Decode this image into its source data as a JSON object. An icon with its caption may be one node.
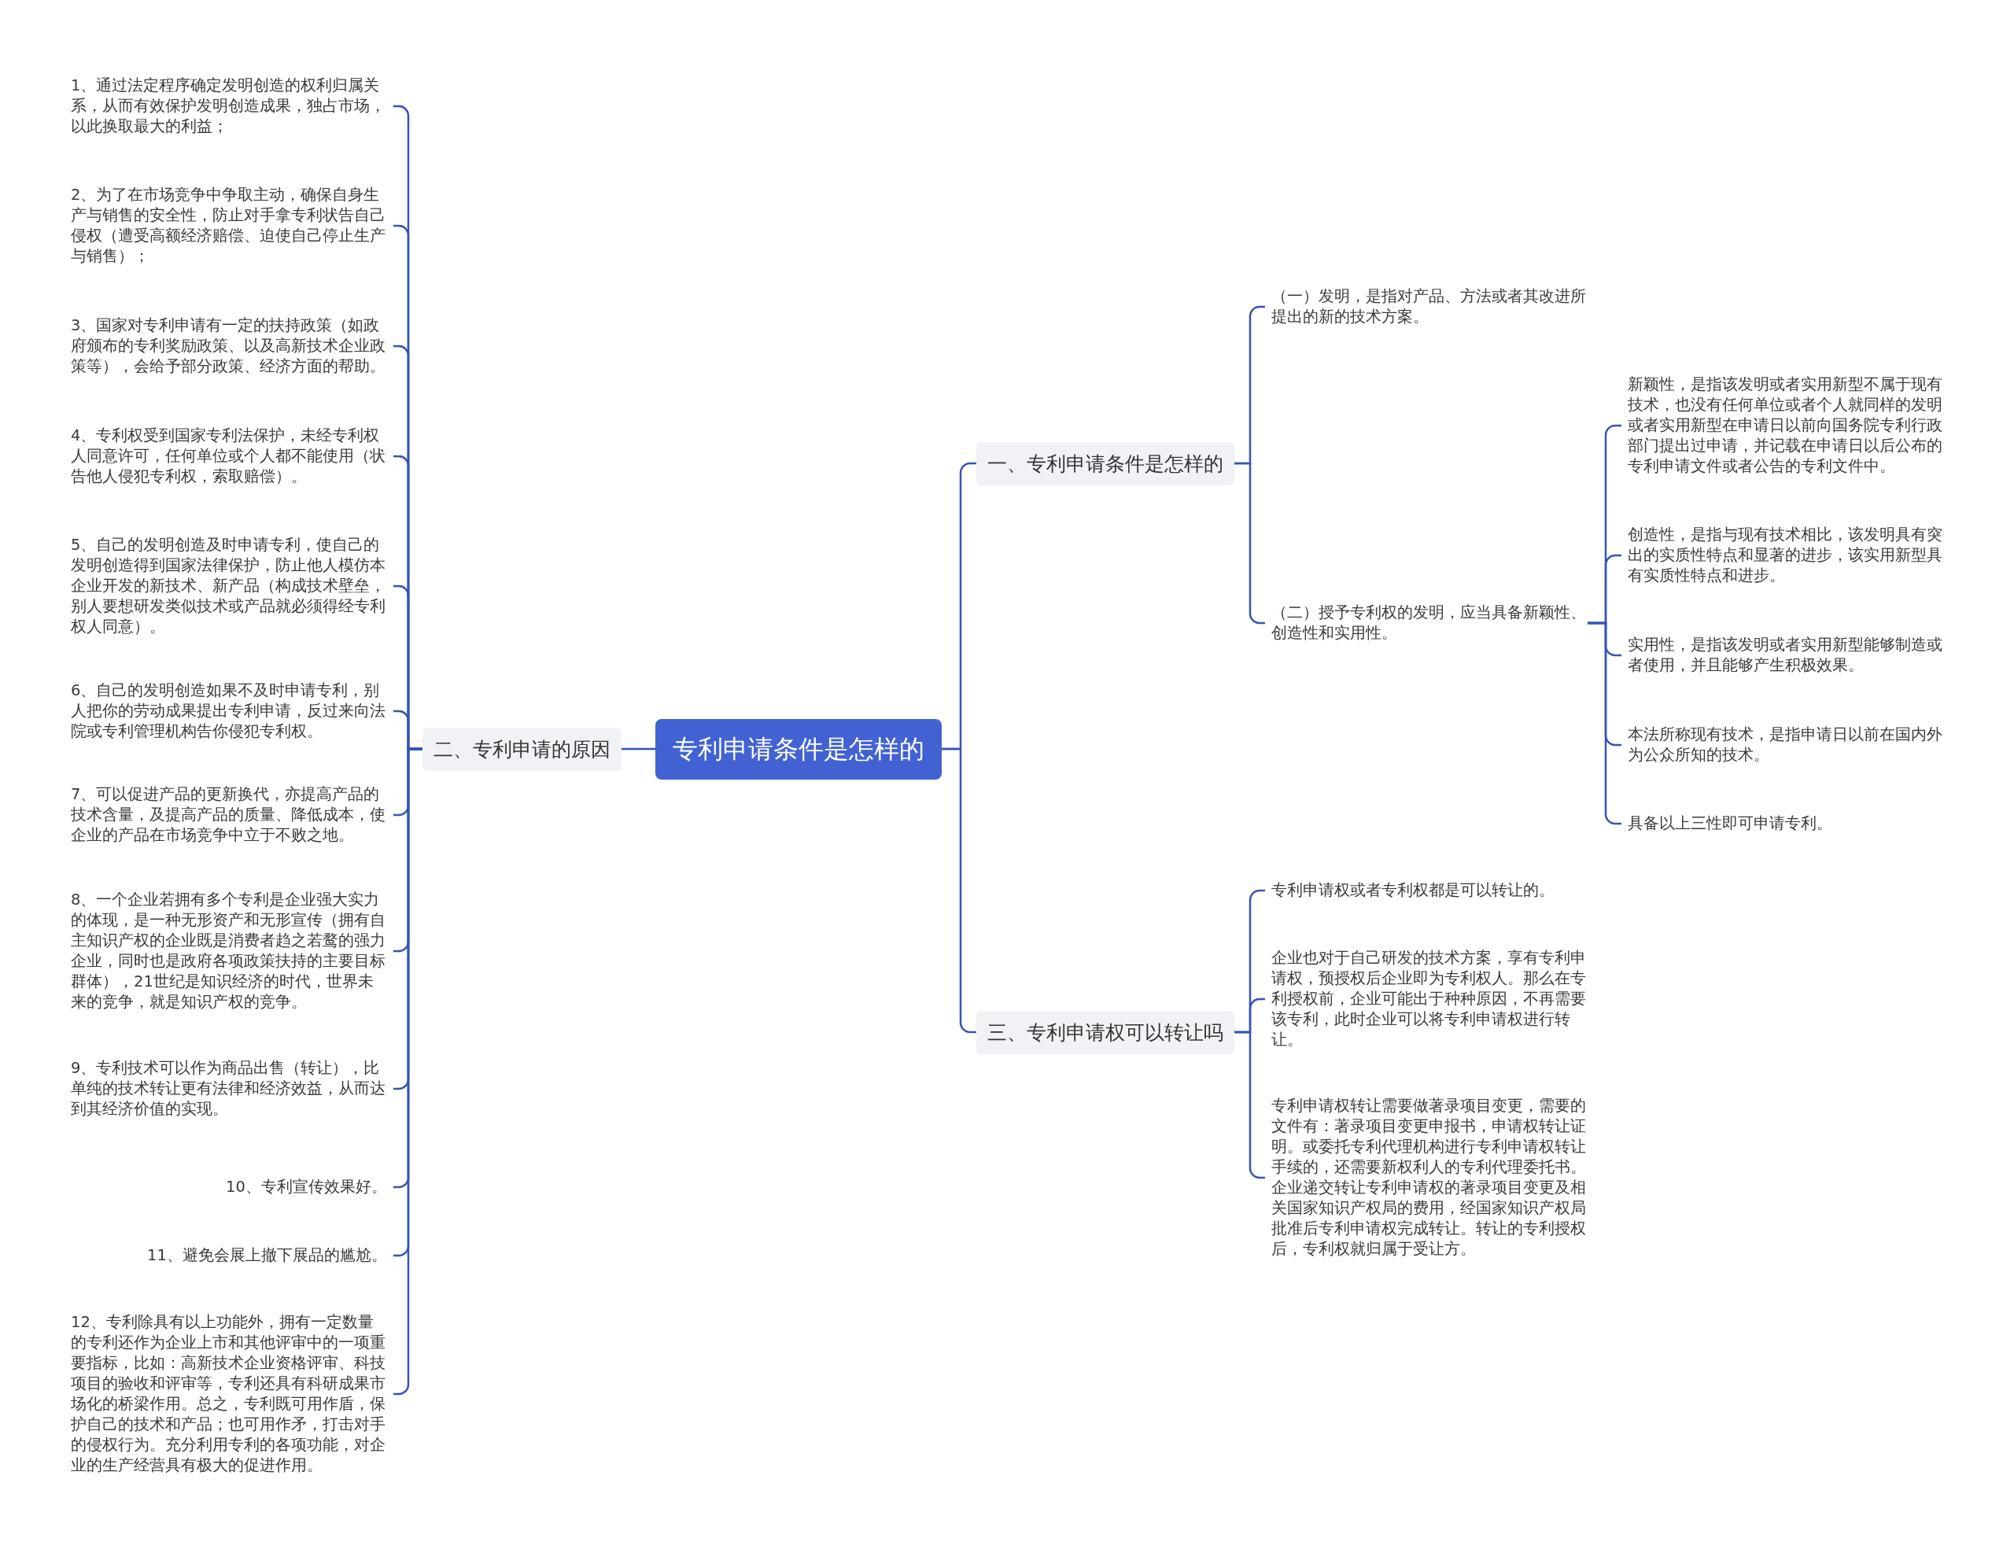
{
  "diagram": {
    "nodes": [
      {
        "text": [
          "专利申请条件是怎样的"
        ]
      },
      {
        "text": [
          "一、专利申请条件是怎样的"
        ]
      },
      {
        "text": [
          "（一）发明，是指对产品、方法或者其改进所提出的新的技术方案。"
        ]
      },
      {
        "text": [
          "（二）授予专利权的发明，应当具备新颖性、创造性和实用性。"
        ]
      },
      {
        "text": [
          "新颖性，是指该发明或者实用新型不属于现有技术，也没有任何单位或者个人就同样的发明或者实用新型在申请日以前向国务院专利行政部门提出过申请，并记载在申请日以后公布的专利申请文件或者公告的专利文件中。"
        ]
      },
      {
        "text": [
          "创造性，是指与现有技术相比，该发明具有突出的实质性特点和显著的进步，该实用新型具有实质性特点和进步。"
        ]
      },
      {
        "text": [
          "实用性，是指该发明或者实用新型能够制造或者使用，并且能够产生积极效果。"
        ]
      },
      {
        "text": [
          "本法所称现有技术，是指申请日以前在国内外为公众所知的技术。"
        ]
      },
      {
        "text": [
          "具备以上三性即可申请专利。"
        ]
      },
      {
        "text": [
          "二、专利申请的原因"
        ]
      },
      {
        "text": [
          "1、通过法定程序确定发明创造的权利归属关系，从而有效保护发明创造成果，独占市场，以此换取最大的利益；"
        ]
      },
      {
        "text": [
          "2、为了在市场竞争中争取主动，确保自身生产与销售的安全性，防止对手拿专利状告自己侵权（遭受高额经济赔偿、迫使自己停止生产与销售）；"
        ]
      },
      {
        "text": [
          "3、国家对专利申请有一定的扶持政策（如政府颁布的专利奖励政策、以及高新技术企业政策等），会给予部分政策、经济方面的帮助。"
        ]
      },
      {
        "text": [
          "4、专利权受到国家专利法保护，未经专利权人同意许可，任何单位或个人都不能使用（状告他人侵犯专利权，索取赔偿）。"
        ]
      },
      {
        "text": [
          "5、自己的发明创造及时申请专利，使自己的发明创造得到国家法律保护，防止他人模仿本企业开发的新技术、新产品（构成技术壁垒，别人要想研发类似技术或产品就必须得经专利权人同意）。"
        ]
      },
      {
        "text": [
          "6、自己的发明创造如果不及时申请专利，别人把你的劳动成果提出专利申请，反过来向法院或专利管理机构告你侵犯专利权。"
        ]
      },
      {
        "text": [
          "7、可以促进产品的更新换代，亦提高产品的技术含量，及提高产品的质量、降低成本，使企业的产品在市场竞争中立于不败之地。"
        ]
      },
      {
        "text": [
          "8、一个企业若拥有多个专利是企业强大实力的体现，是一种无形资产和无形宣传（拥有自主知识产权的企业既是消费者趋之若鹜的强力企业，同时也是政府各项政策扶持的主要目标群体），21世纪是知识经济的时代，世界未来的竞争，就是知识产权的竞争。"
        ]
      },
      {
        "text": [
          "9、专利技术可以作为商品出售（转让），比单纯的技术转让更有法律和经济效益，从而达到其经济价值的实现。"
        ]
      },
      {
        "text": [
          "10、专利宣传效果好。"
        ]
      },
      {
        "text": [
          "11、避免会展上撤下展品的尴尬。"
        ]
      },
      {
        "text": [
          "12、专利除具有以上功能外，拥有一定数量的专利还作为企业上市和其他评审中的一项重要指标，比如：高新技术企业资格评审、科技项目的验收和评审等，专利还具有科研成果市场化的桥梁作用。总之，专利既可用作盾，保护自己的技术和产品；也可用作矛，打击对手的侵权行为。充分利用专利的各项功能，对企业的生产经营具有极大的促进作用。"
        ]
      },
      {
        "text": [
          "三、专利申请权可以转让吗"
        ]
      },
      {
        "text": [
          "专利申请权或者专利权都是可以转让的。"
        ]
      },
      {
        "text": [
          "企业也对于自己研发的技术方案，享有专利申请权，预授权后企业即为专利权人。那么在专利授权前，企业可能出于种种原因，不再需要该专利，此时企业可以将专利申请权进行转让。"
        ]
      },
      {
        "text": [
          "专利申请权转让需要做著录项目变更，需要的文件有：著录项目变更申报书，申请权转让证明。或委托专利代理机构进行专利申请权转让手续的，还需要新权利人的专利代理委托书。企业递交转让专利申请权的著录项目变更及相关国家知识产权局的费用，经国家知识产权局批准后专利申请权完成转让。转让的专利授权后，专利权就归属于受让方。"
        ]
      }
    ],
    "edges": [
      {
        "from": 0,
        "to": 1,
        "arrow": "none"
      },
      {
        "from": 0,
        "to": 9,
        "arrow": "none"
      },
      {
        "from": 0,
        "to": 22,
        "arrow": "none"
      },
      {
        "from": 1,
        "to": 2,
        "arrow": "none"
      },
      {
        "from": 1,
        "to": 3,
        "arrow": "none"
      },
      {
        "from": 3,
        "to": 4,
        "arrow": "none"
      },
      {
        "from": 3,
        "to": 5,
        "arrow": "none"
      },
      {
        "from": 3,
        "to": 6,
        "arrow": "none"
      },
      {
        "from": 3,
        "to": 7,
        "arrow": "none"
      },
      {
        "from": 3,
        "to": 8,
        "arrow": "none"
      },
      {
        "from": 9,
        "to": 10,
        "arrow": "none"
      },
      {
        "from": 9,
        "to": 11,
        "arrow": "none"
      },
      {
        "from": 9,
        "to": 12,
        "arrow": "none"
      },
      {
        "from": 9,
        "to": 13,
        "arrow": "none"
      },
      {
        "from": 9,
        "to": 14,
        "arrow": "none"
      },
      {
        "from": 9,
        "to": 15,
        "arrow": "none"
      },
      {
        "from": 9,
        "to": 16,
        "arrow": "none"
      },
      {
        "from": 9,
        "to": 17,
        "arrow": "none"
      },
      {
        "from": 9,
        "to": 18,
        "arrow": "none"
      },
      {
        "from": 9,
        "to": 19,
        "arrow": "none"
      },
      {
        "from": 9,
        "to": 20,
        "arrow": "none"
      },
      {
        "from": 9,
        "to": 21,
        "arrow": "none"
      },
      {
        "from": 22,
        "to": 23,
        "arrow": "none"
      },
      {
        "from": 22,
        "to": 24,
        "arrow": "none"
      },
      {
        "from": 22,
        "to": 25,
        "arrow": "none"
      }
    ]
  }
}
